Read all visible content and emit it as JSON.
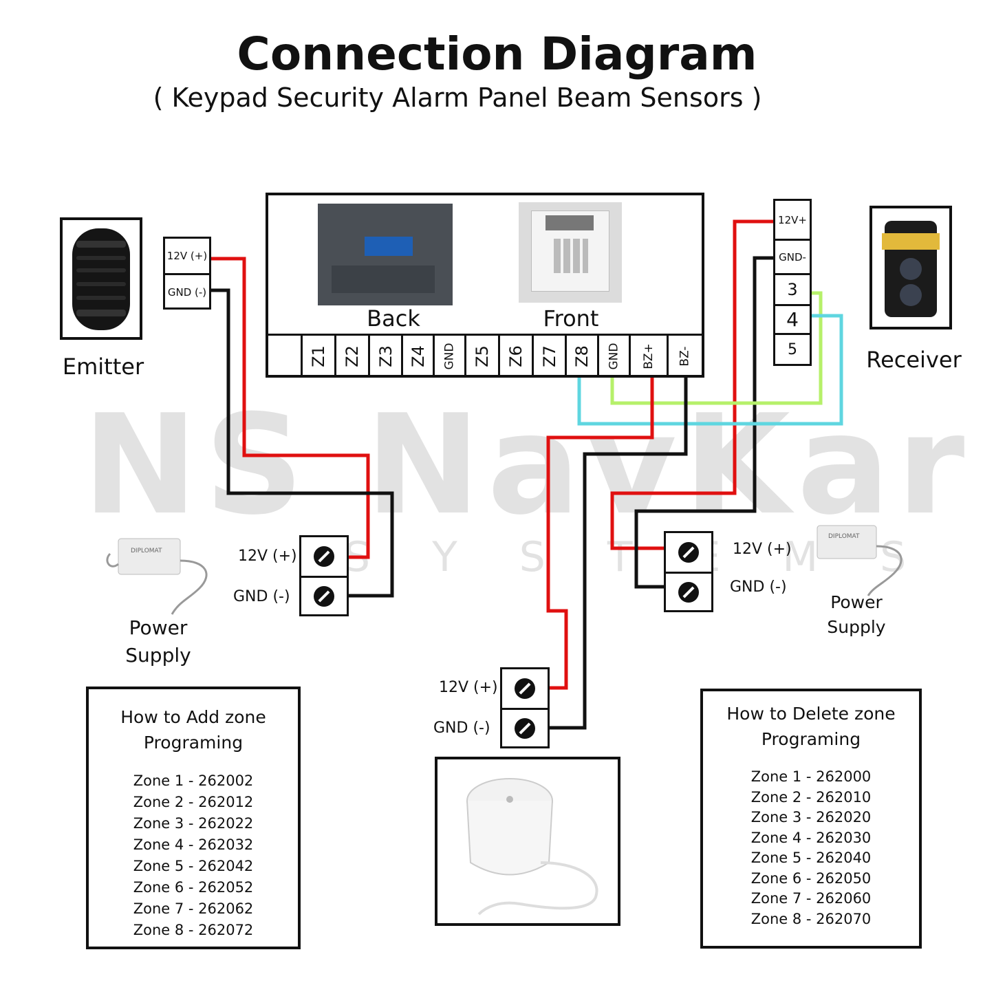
{
  "title": "Connection Diagram",
  "subtitle": "( Keypad Security Alarm Panel Beam Sensors )",
  "watermark": {
    "brand": "NS NavKar",
    "sub": "SYSTEMS"
  },
  "emitter": {
    "label": "Emitter",
    "t1": "12V (+)",
    "t2": "GND (-)"
  },
  "receiver": {
    "label": "Receiver",
    "terminals": [
      "12V+",
      "GND-",
      "3",
      "4",
      "5"
    ]
  },
  "panel": {
    "back_label": "Back",
    "front_label": "Front",
    "terminals": [
      "Z1",
      "Z2",
      "Z3",
      "Z4",
      "GND",
      "Z5",
      "Z6",
      "Z7",
      "Z8",
      "GND",
      "BZ+",
      "BZ-"
    ]
  },
  "psu_left": {
    "line1": "Power",
    "line2": "Supply",
    "plus": "12V (+)",
    "minus": "GND (-)"
  },
  "psu_right": {
    "line1": "Power",
    "line2": "Supply",
    "plus": "12V (+)",
    "minus": "GND (-)"
  },
  "siren": {
    "plus": "12V (+)",
    "minus": "GND (-)"
  },
  "add_zone": {
    "heading1": "How to Add zone",
    "heading2": "Programing",
    "rows": [
      "Zone 1  - 262002",
      "Zone 2  - 262012",
      "Zone 3  - 262022",
      "Zone 4  - 262032",
      "Zone 5  - 262042",
      "Zone 6  - 262052",
      "Zone 7  - 262062",
      "Zone 8  - 262072"
    ]
  },
  "delete_zone": {
    "heading1": "How to Delete  zone",
    "heading2": "Programing",
    "rows": [
      "Zone 1  - 262000",
      "Zone 2  - 262010",
      "Zone 3  - 262020",
      "Zone 4  - 262030",
      "Zone 5  - 262040",
      "Zone 6  - 262050",
      "Zone 7  - 262060",
      "Zone 8  - 262070"
    ]
  },
  "colors": {
    "positive": "#e01010",
    "negative": "#111111",
    "signal_green": "#b6f06a",
    "signal_cyan": "#5fd6e0"
  },
  "device_label": {
    "diplomat": "DIPLOMAT"
  }
}
